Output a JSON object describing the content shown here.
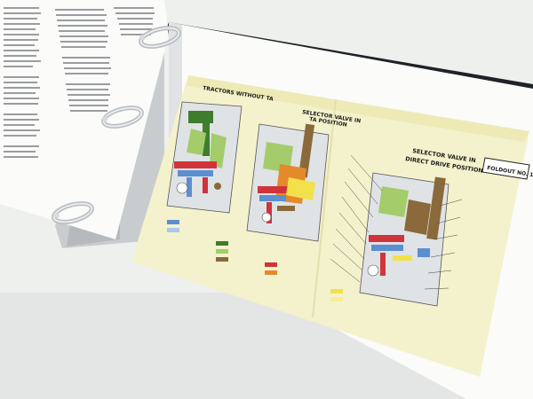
{
  "photo": {
    "subject": "open-ring-binder-manual-foldout",
    "colors": {
      "background": "#eef0ee",
      "page": "#fbfbfa",
      "foldout_paper": "#f4f2cc",
      "binder_ring": "#b8bcc0",
      "oil_green_dark": "#3f7d2e",
      "oil_green_light": "#a4cc6a",
      "oil_blue": "#5b8fd0",
      "oil_red": "#d0343a",
      "oil_orange": "#e48a2d",
      "oil_yellow": "#f2e14a",
      "oil_brown": "#8a6a3a"
    }
  },
  "foldout": {
    "title_left": "TRACTORS WITHOUT TA",
    "title_middle_line1": "SELECTOR VALVE IN",
    "title_middle_line2": "TA POSITION",
    "title_right_line1": "SELECTOR VALVE IN",
    "title_right_line2": "DIRECT DRIVE POSITION",
    "badge": "FOLDOUT NO. 1"
  }
}
